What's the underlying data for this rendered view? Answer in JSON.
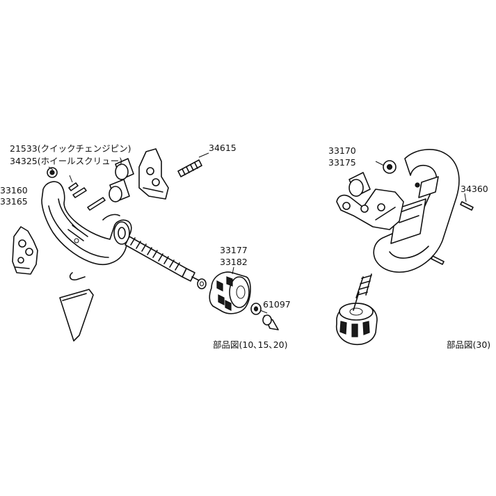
{
  "left_diagram": {
    "labels": {
      "p21533": "21533(クイックチェンジピン)",
      "p34325": "34325(ホイールスクリュー)",
      "p33160": "33160",
      "p33165": "33165",
      "p34615": "34615",
      "p33177": "33177",
      "p33182": "33182",
      "p61097": "61097"
    },
    "caption": "部品図(10､15､20)"
  },
  "right_diagram": {
    "labels": {
      "p33170": "33170",
      "p33175": "33175",
      "p34360": "34360"
    },
    "caption": "部品図(30)"
  },
  "colors": {
    "ink": "#111111",
    "background": "#ffffff"
  }
}
